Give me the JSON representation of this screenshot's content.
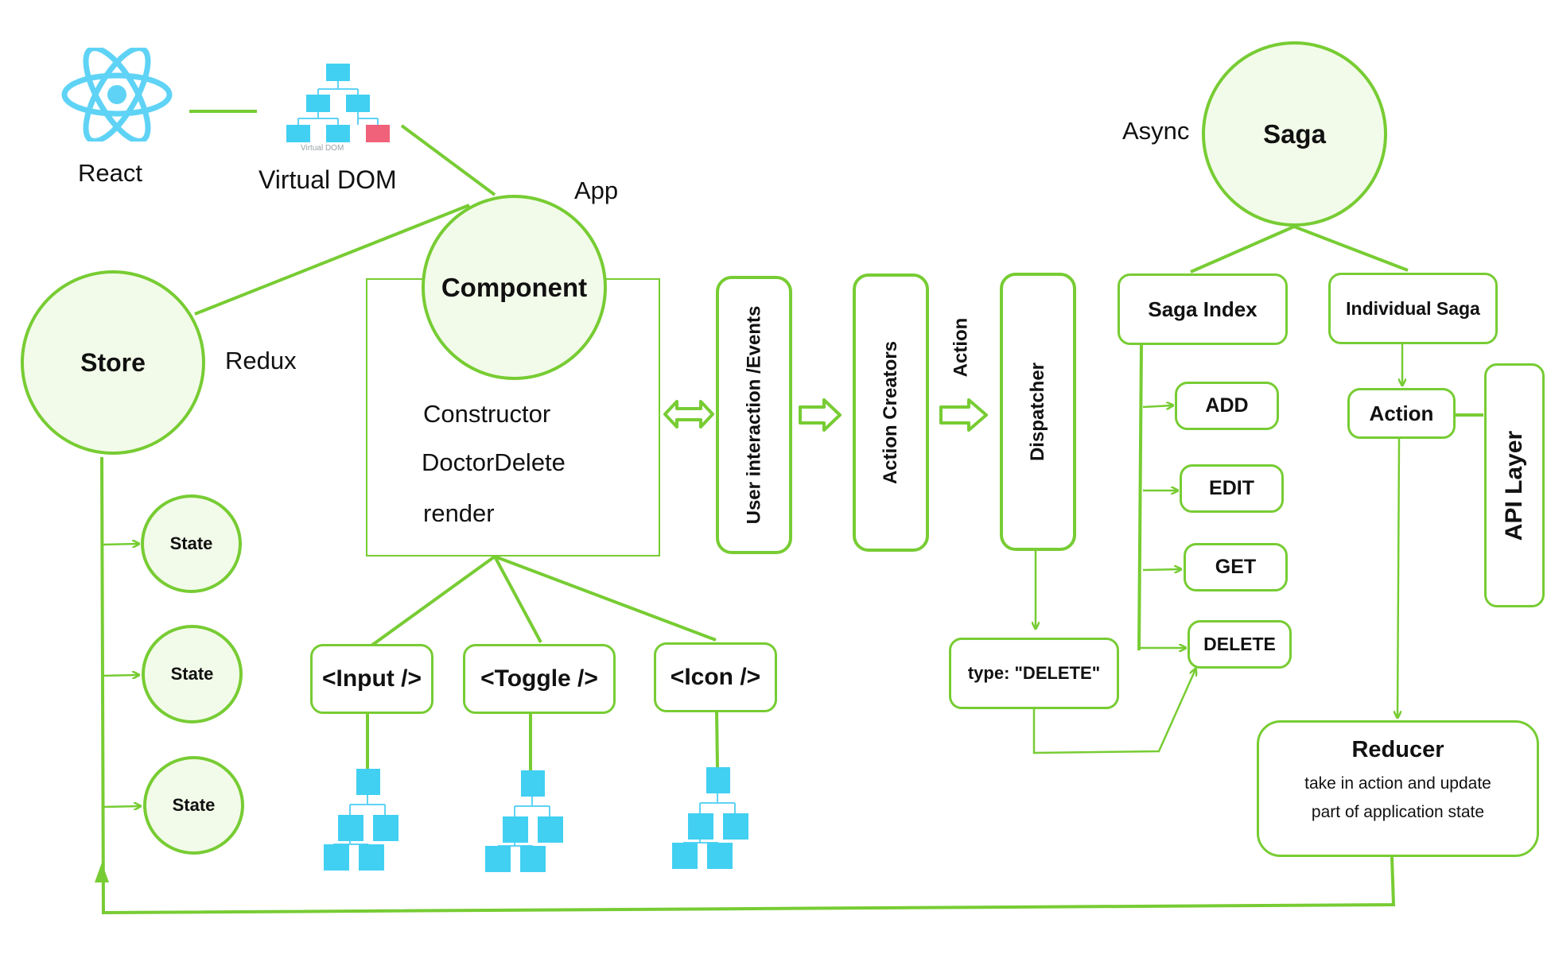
{
  "colors": {
    "line": "#77cc33",
    "circle_fill": "#f2fbe9",
    "tree": "#41d0f2",
    "tree_accent": "#f0617a",
    "react": "#5fd3f5"
  },
  "labels": {
    "react": "React",
    "virtual_dom": "Virtual DOM",
    "virtual_dom_caption": "Virtual DOM",
    "app": "App",
    "async": "Async",
    "redux": "Redux"
  },
  "store": {
    "label": "Store"
  },
  "states": [
    "State",
    "State",
    "State"
  ],
  "component": {
    "title": "Component",
    "methods": [
      "Constructor",
      "DoctorDelete",
      "render"
    ]
  },
  "children": [
    "<Input />",
    "<Toggle />",
    "<Icon />"
  ],
  "flow": {
    "user_interaction": "User interaction /Events",
    "action_creators": "Action Creators",
    "action_label": "Action",
    "dispatcher": "Dispatcher",
    "type_box": "type: \"DELETE\""
  },
  "saga": {
    "title": "Saga",
    "index": "Saga Index",
    "individual": "Individual Saga",
    "ops": [
      "ADD",
      "EDIT",
      "GET",
      "DELETE"
    ],
    "action": "Action",
    "api_layer": "API Layer"
  },
  "reducer": {
    "title": "Reducer",
    "desc_line1": "take in action and update",
    "desc_line2": "part of application state"
  }
}
